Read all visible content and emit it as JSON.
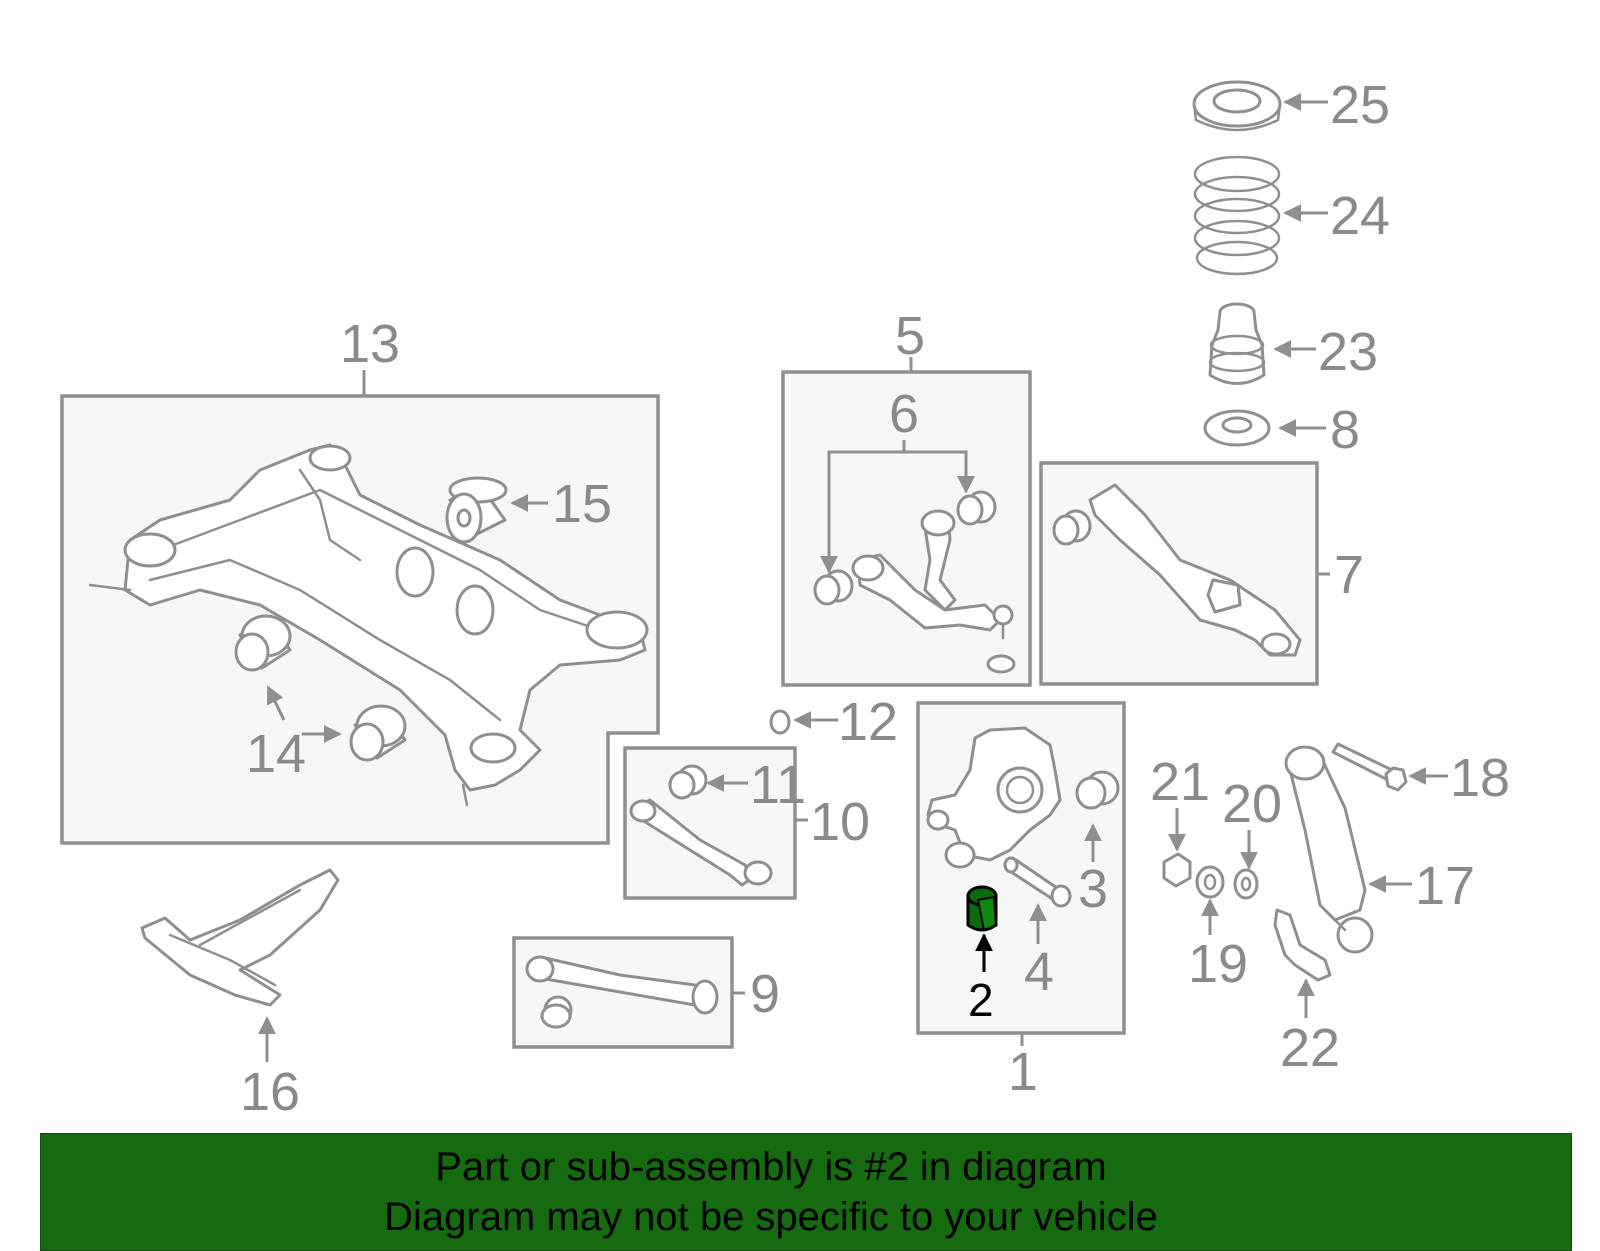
{
  "callouts": {
    "c1": "1",
    "c2": "2",
    "c3": "3",
    "c4": "4",
    "c5": "5",
    "c6": "6",
    "c7": "7",
    "c8": "8",
    "c9": "9",
    "c10": "10",
    "c11": "11",
    "c12": "12",
    "c13": "13",
    "c14": "14",
    "c15": "15",
    "c16": "16",
    "c17": "17",
    "c18": "18",
    "c19": "19",
    "c20": "20",
    "c21": "21",
    "c22": "22",
    "c23": "23",
    "c24": "24",
    "c25": "25"
  },
  "highlighted_part": "2",
  "colors": {
    "highlight": "#0a6b0a",
    "banner": "#166a10",
    "line": "#8f8f8f"
  },
  "banner": {
    "line1": "Part or sub-assembly is #2 in diagram",
    "line2": "Diagram may not be specific to your vehicle"
  }
}
